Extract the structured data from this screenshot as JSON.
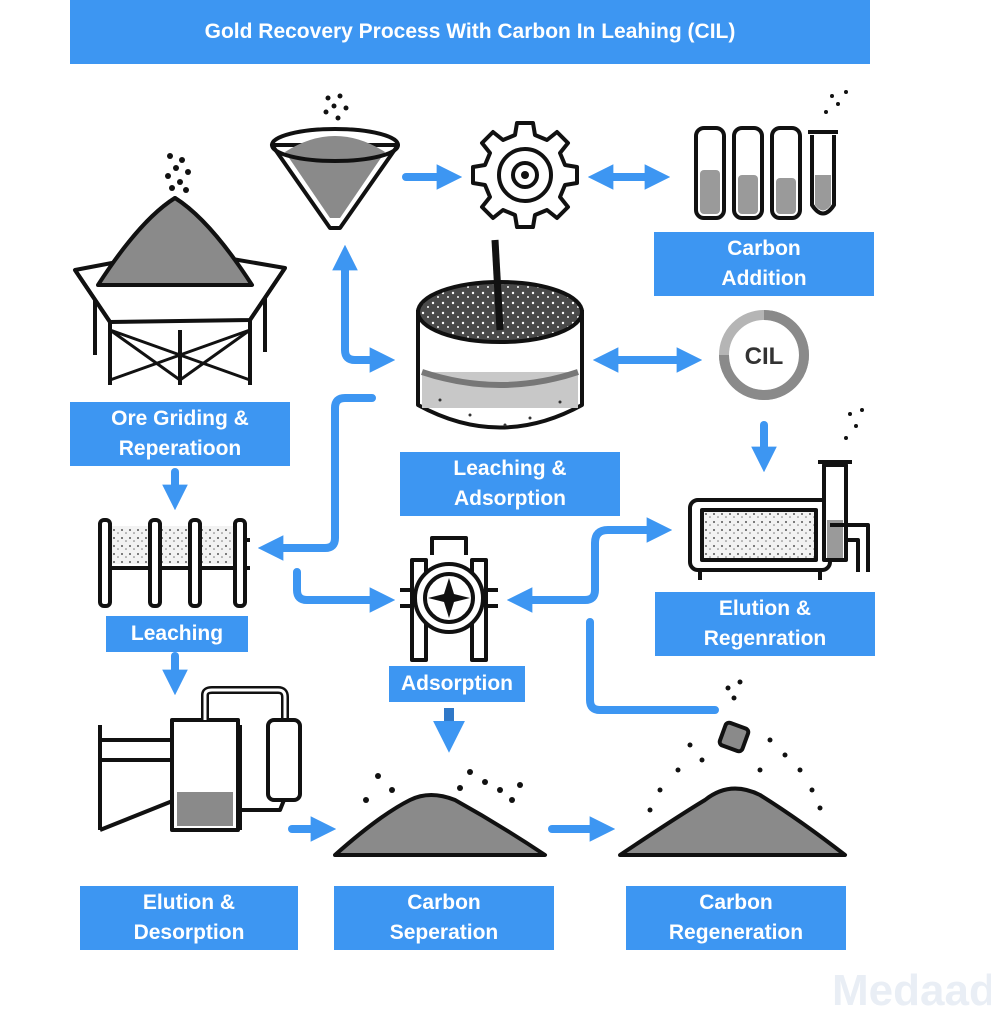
{
  "title": "Gold Recovery Process With Carbon In Leahing (CIL)",
  "cil_badge": "CIL",
  "watermark": "Medaad",
  "colors": {
    "accent": "#3d96f2",
    "ink": "#111111",
    "fill": "#8a8a8a"
  },
  "labels": {
    "carbon_addition": [
      "Carbon",
      "Addition"
    ],
    "ore_grinding": [
      "Ore Griding &",
      "Reperatioon"
    ],
    "leaching_adsorption": [
      "Leaching &",
      "Adsorption"
    ],
    "leaching": [
      "Leaching"
    ],
    "elution_regeneration": [
      "Elution &",
      "Regenration"
    ],
    "adsorption": [
      "Adsorption"
    ],
    "elution_desorption": [
      "Elution &",
      "Desorption"
    ],
    "carbon_separation": [
      "Carbon",
      "Seperation"
    ],
    "carbon_regeneration": [
      "Carbon",
      "Regeneration"
    ]
  },
  "icons": [
    "ore-pile-on-stand-icon",
    "funnel-icon",
    "gear-icon",
    "test-tubes-icon",
    "leach-tank-icon",
    "cil-ring-icon",
    "elution-column-icon",
    "drum-filter-icon",
    "rotor-icon",
    "stripping-vessel-icon",
    "carbon-pile-icon",
    "regen-pile-icon"
  ]
}
